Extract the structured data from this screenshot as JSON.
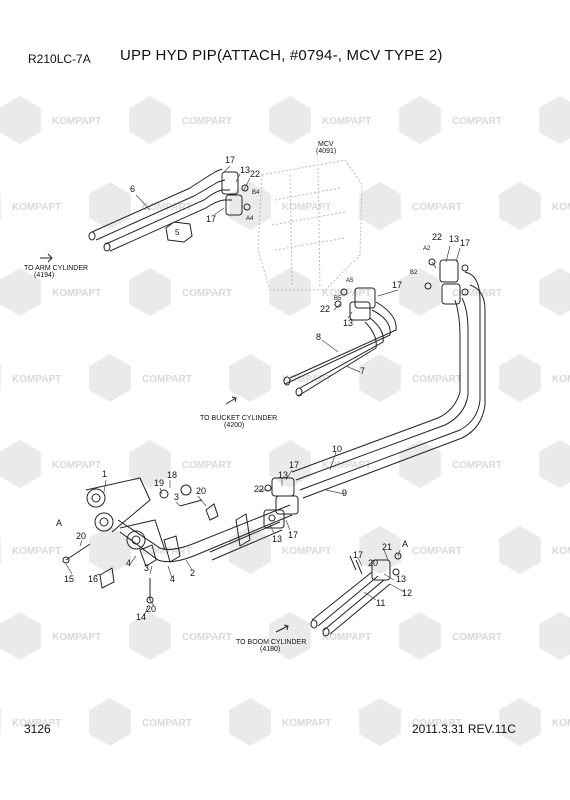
{
  "header": {
    "model": "R210LC-7A",
    "title": "UPP HYD PIP(ATTACH, #0794-, MCV TYPE 2)"
  },
  "footer": {
    "page_number": "3126",
    "revision": "2011.3.31 REV.11C"
  },
  "watermark": {
    "left_text": "KOMPAPT",
    "right_text": "COMPART",
    "color": "#d9d9d9"
  },
  "destinations": {
    "mcv": "MCV",
    "mcv_code": "(4091)",
    "arm": "TO ARM CYLINDER",
    "arm_code": "(4194)",
    "bucket": "TO BUCKET CYLINDER",
    "bucket_code": "(4200)",
    "boom": "TO BOOM CYLINDER",
    "boom_code": "(4180)"
  },
  "port_labels": {
    "a2": "A2",
    "b2": "B2",
    "a5": "A5",
    "b5": "B5",
    "b4": "B4",
    "a4": "A4"
  },
  "view_labels": {
    "a_left": "A",
    "a_right": "A"
  },
  "callouts": {
    "c1": "17",
    "c2": "13",
    "c3": "22",
    "c4": "6",
    "c5": "17",
    "c6": "5",
    "c7": "22",
    "c8": "13",
    "c9": "17",
    "c10": "17",
    "c11": "22",
    "c12": "13",
    "c13": "8",
    "c14": "7",
    "c15": "10",
    "c16": "9",
    "c17": "1",
    "c18": "18",
    "c19": "19",
    "c20": "20",
    "c21": "3",
    "c22": "22",
    "c23": "17",
    "c24": "13",
    "c25": "13",
    "c26": "17",
    "c27": "20",
    "c28": "15",
    "c29": "16",
    "c30": "3",
    "c31": "4",
    "c32": "4",
    "c33": "2",
    "c34": "20",
    "c35": "14",
    "c36": "17",
    "c37": "21",
    "c38": "20",
    "c39": "13",
    "c40": "12",
    "c41": "11"
  }
}
